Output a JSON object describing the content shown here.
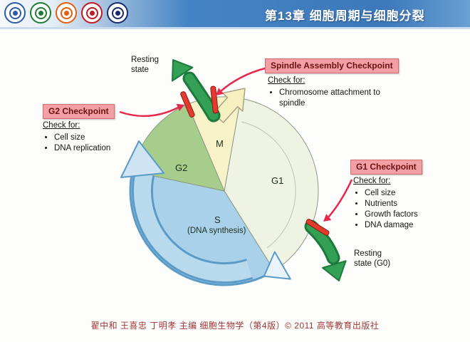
{
  "header": {
    "title": "第13章  细胞周期与细胞分裂"
  },
  "diagram": {
    "phases": {
      "m": "M",
      "g1": "G1",
      "g2": "G2",
      "s": "S",
      "s_caption": "(DNA synthesis)"
    },
    "resting_top": {
      "line1": "Resting",
      "line2": "state"
    },
    "resting_g0": {
      "line1": "Resting",
      "line2": "state (G0)"
    },
    "spindle_checkpoint": {
      "title": "Spindle Assembly Checkpoint",
      "check_for": "Check for:",
      "items": [
        "Chromosome attachment to spindle"
      ]
    },
    "g2_checkpoint": {
      "title": "G2 Checkpoint",
      "check_for": "Check for:",
      "items": [
        "Cell size",
        "DNA replication"
      ]
    },
    "g1_checkpoint": {
      "title": "G1 Checkpoint",
      "check_for": "Check for:",
      "items": [
        "Cell size",
        "Nutrients",
        "Growth factors",
        "DNA damage"
      ]
    }
  },
  "footer": {
    "credit": "翟中和 王喜忠 丁明孝 主编  细胞生物学（第4版）© 2011  高等教育出版社"
  },
  "colors": {
    "header_blue": "#3c78bb",
    "checkpoint_label_bg": "#f2a0a6",
    "checkpoint_bar_red": "#e23b2e",
    "pointer_arrow_red": "#e8274b",
    "resting_arrow_green": "#33a055",
    "cycle_arrow_blue": "#5b9bc8",
    "phase_m_fill": "#f7f2c8",
    "phase_g1_fill": "#eef3e3",
    "phase_g2_fill": "#a6cd8c",
    "phase_s_fill": "#a9d1ea",
    "footer_red": "#a23737"
  }
}
